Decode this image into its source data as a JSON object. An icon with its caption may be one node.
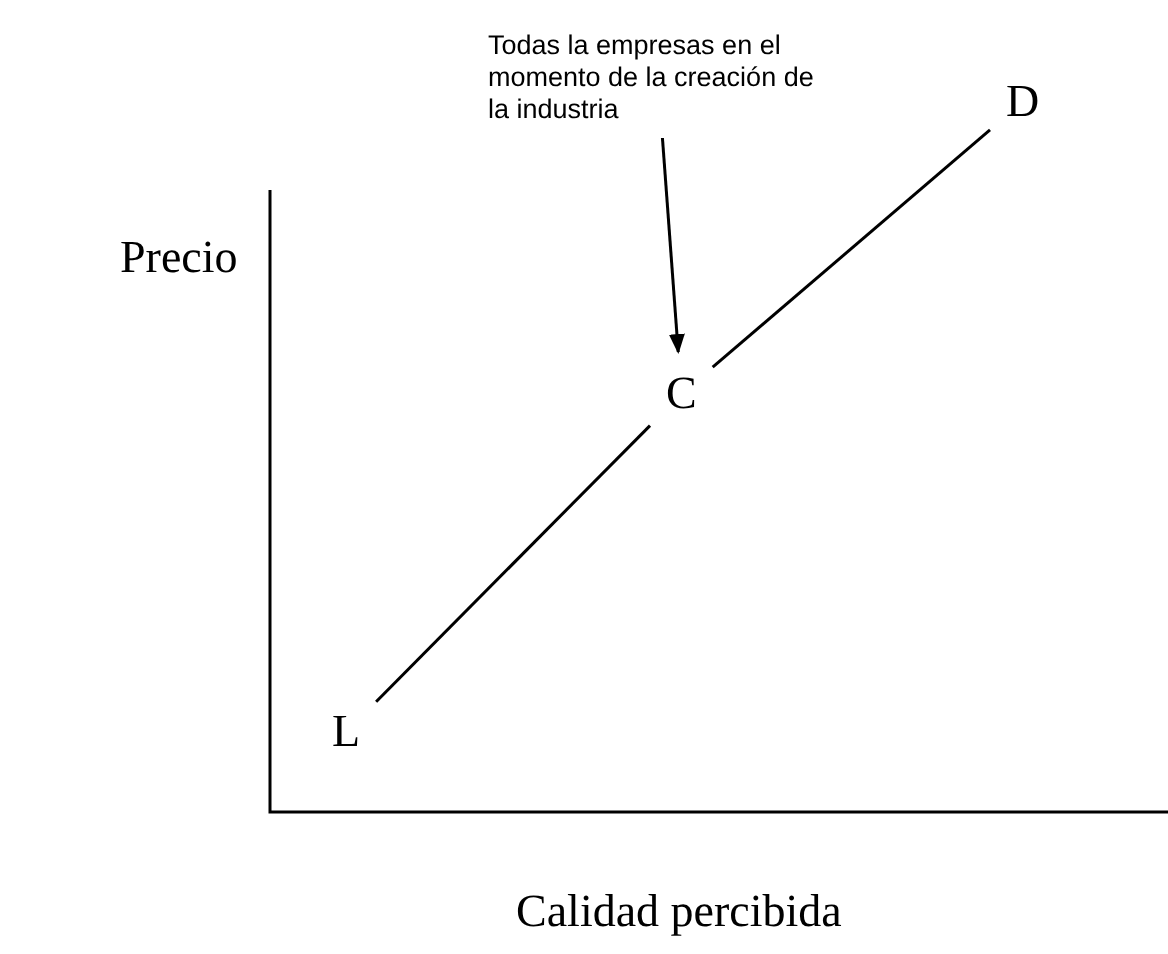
{
  "diagram": {
    "nodes": [
      {
        "text": [
          "Todas la empresas en el momento de la creación de la industria"
        ]
      },
      {
        "text": [
          "D"
        ]
      },
      {
        "text": [
          "C"
        ]
      },
      {
        "text": [
          "L"
        ]
      }
    ],
    "edges": [
      {
        "from": 0,
        "to": 2,
        "arrow": "to"
      },
      {
        "from": 3,
        "to": 2,
        "arrow": "none"
      },
      {
        "from": 2,
        "to": 1,
        "arrow": "none"
      }
    ],
    "labels": [
      "Precio",
      "Calidad percibida"
    ]
  }
}
